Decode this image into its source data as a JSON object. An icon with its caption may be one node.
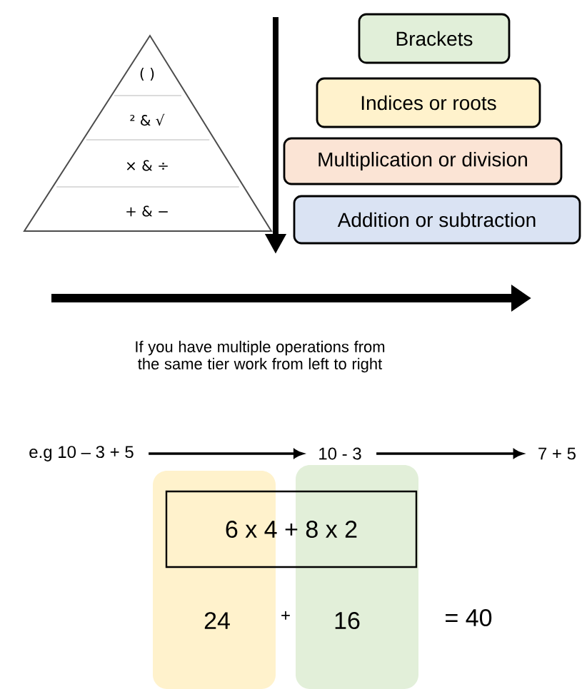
{
  "diagram": {
    "nodes": [
      {
        "text": [
          "Brackets"
        ]
      },
      {
        "text": [
          "Indices or roots"
        ]
      },
      {
        "text": [
          "Multiplication or division"
        ]
      },
      {
        "text": [
          "Addition or subtraction"
        ]
      },
      {
        "text": [
          "e.g 10 – 3 + 5"
        ]
      },
      {
        "text": [
          "10 - 3"
        ]
      },
      {
        "text": [
          "7 + 5"
        ]
      },
      {
        "text": [
          "6 x 4 + 8 x 2"
        ]
      }
    ],
    "edges": [
      {
        "from": 4,
        "to": 5,
        "arrow": "to"
      },
      {
        "from": 5,
        "to": 6,
        "arrow": "to"
      }
    ],
    "labels": [
      "( )",
      "² & √",
      "× & ÷",
      "+ & −",
      "If you have multiple operations from the same tier work from left to right",
      "24",
      "+",
      "16",
      "= 40"
    ]
  }
}
